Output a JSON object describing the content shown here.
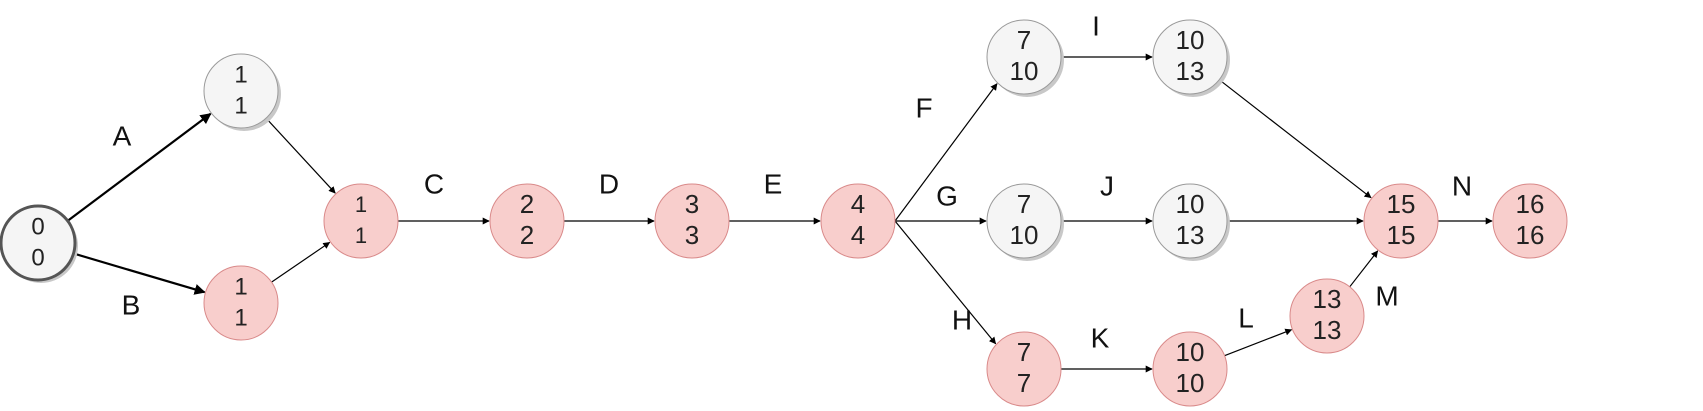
{
  "colors": {
    "critical_fill": "#f8cecc",
    "critical_stroke": "#d98a8a",
    "normal_fill": "#f5f5f5",
    "normal_stroke": "#9a9a9a",
    "start_fill": "#f5f5f5",
    "start_stroke": "#555555",
    "edge": "#000000"
  },
  "nodes": [
    {
      "id": "n0",
      "top": "0",
      "bottom": "0",
      "style": "start"
    },
    {
      "id": "n1a",
      "top": "1",
      "bottom": "1",
      "style": "normal"
    },
    {
      "id": "n1b",
      "top": "1",
      "bottom": "1",
      "style": "critical"
    },
    {
      "id": "n1c",
      "top": "1",
      "bottom": "1",
      "style": "critical"
    },
    {
      "id": "n2",
      "top": "2",
      "bottom": "2",
      "style": "critical"
    },
    {
      "id": "n3",
      "top": "3",
      "bottom": "3",
      "style": "critical"
    },
    {
      "id": "n4",
      "top": "4",
      "bottom": "4",
      "style": "critical"
    },
    {
      "id": "n7a",
      "top": "7",
      "bottom": "10",
      "style": "normal"
    },
    {
      "id": "n7b",
      "top": "7",
      "bottom": "10",
      "style": "normal"
    },
    {
      "id": "n7c",
      "top": "7",
      "bottom": "7",
      "style": "critical"
    },
    {
      "id": "n10a",
      "top": "10",
      "bottom": "13",
      "style": "normal"
    },
    {
      "id": "n10b",
      "top": "10",
      "bottom": "13",
      "style": "normal"
    },
    {
      "id": "n10c",
      "top": "10",
      "bottom": "10",
      "style": "critical"
    },
    {
      "id": "n13",
      "top": "13",
      "bottom": "13",
      "style": "critical"
    },
    {
      "id": "n15",
      "top": "15",
      "bottom": "15",
      "style": "critical"
    },
    {
      "id": "n16",
      "top": "16",
      "bottom": "16",
      "style": "critical"
    }
  ],
  "edges": [
    {
      "from": "n0",
      "to": "n1a",
      "label": "A"
    },
    {
      "from": "n0",
      "to": "n1b",
      "label": "B"
    },
    {
      "from": "n1a",
      "to": "n1c",
      "label": ""
    },
    {
      "from": "n1b",
      "to": "n1c",
      "label": ""
    },
    {
      "from": "n1c",
      "to": "n2",
      "label": "C"
    },
    {
      "from": "n2",
      "to": "n3",
      "label": "D"
    },
    {
      "from": "n3",
      "to": "n4",
      "label": "E"
    },
    {
      "from": "n4",
      "to": "n7a",
      "label": "F"
    },
    {
      "from": "n4",
      "to": "n7b",
      "label": "G"
    },
    {
      "from": "n4",
      "to": "n7c",
      "label": "H"
    },
    {
      "from": "n7a",
      "to": "n10a",
      "label": "I"
    },
    {
      "from": "n7b",
      "to": "n10b",
      "label": "J"
    },
    {
      "from": "n7c",
      "to": "n10c",
      "label": "K"
    },
    {
      "from": "n10c",
      "to": "n13",
      "label": "L"
    },
    {
      "from": "n13",
      "to": "n15",
      "label": "M"
    },
    {
      "from": "n10a",
      "to": "n15",
      "label": ""
    },
    {
      "from": "n10b",
      "to": "n15",
      "label": ""
    },
    {
      "from": "n15",
      "to": "n16",
      "label": "N"
    }
  ]
}
